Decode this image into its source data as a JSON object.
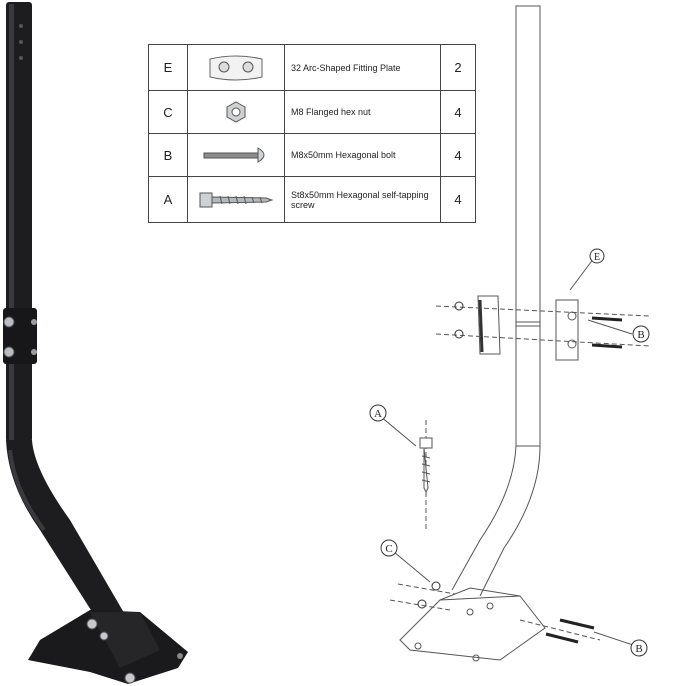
{
  "parts_table": {
    "rows": [
      {
        "letter": "E",
        "description": "32 Arc-Shaped Fitting Plate",
        "quantity": "2",
        "icon": "arc-plate-icon"
      },
      {
        "letter": "C",
        "description": "M8 Flanged hex nut",
        "quantity": "4",
        "icon": "hex-nut-icon"
      },
      {
        "letter": "B",
        "description": "M8x50mm Hexagonal bolt",
        "quantity": "4",
        "icon": "hex-bolt-icon"
      },
      {
        "letter": "A",
        "description": "St8x50mm Hexagonal self-tapping screw",
        "quantity": "4",
        "icon": "tapping-screw-icon"
      }
    ]
  },
  "diagram": {
    "callouts": {
      "E": "E",
      "B_upper": "B",
      "A": "A",
      "C": "C",
      "B_lower": "B"
    }
  },
  "colors": {
    "mount": "#1c1c1e",
    "line": "#555555",
    "table_border": "#444444"
  }
}
